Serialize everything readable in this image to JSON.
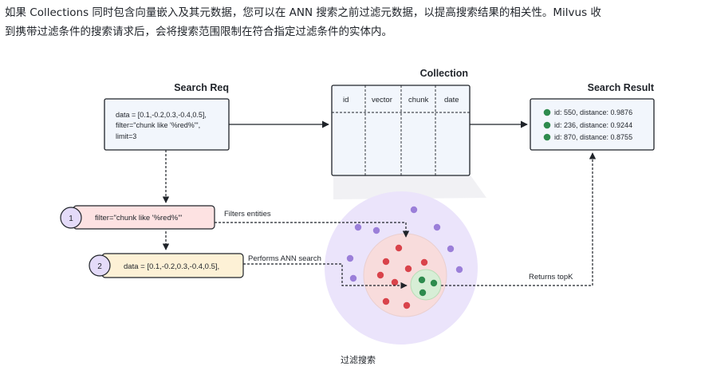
{
  "intro": {
    "line1": "如果 Collections 同时包含向量嵌入及其元数据，您可以在 ANN 搜索之前过滤元数据，以提高搜索结果的相关性。Milvus 收",
    "line2": "到携带过滤条件的搜索请求后，会将搜索范围限制在符合指定过滤条件的实体内。"
  },
  "diagram": {
    "search_req": {
      "title": "Search Req",
      "line1": "data = [0.1,-0.2,0.3,-0.4,0.5],",
      "line2": "filter=\"chunk like '%red%'\",",
      "line3": "limit=3"
    },
    "collection": {
      "title": "Collection",
      "columns": [
        "id",
        "vector",
        "chunk",
        "date"
      ]
    },
    "search_result": {
      "title": "Search Result",
      "rows": [
        "id: 550, distance: 0.9876",
        "id: 236, distance: 0.9244",
        "id: 870, distance: 0.8755"
      ]
    },
    "step1": {
      "number": "1",
      "text": "filter=\"chunk like '%red%'\"",
      "arrow_label": "Filters entities"
    },
    "step2": {
      "number": "2",
      "text": "data = [0.1,-0.2,0.3,-0.4,0.5],",
      "arrow_label": "Performs ANN search"
    },
    "returns_label": "Returns topK",
    "caption": "过滤搜索",
    "colors": {
      "purple": "#9b7fd9",
      "red": "#d9434b",
      "green": "#2e8b4e",
      "step1_fill": "#fde2e2",
      "step2_fill": "#fdf1d6",
      "box_fill": "#f2f6fc",
      "outer_circle": "#ebe4fb",
      "filtered_circle": "#f8dcdc",
      "topk_circle": "#d7eed6"
    }
  }
}
